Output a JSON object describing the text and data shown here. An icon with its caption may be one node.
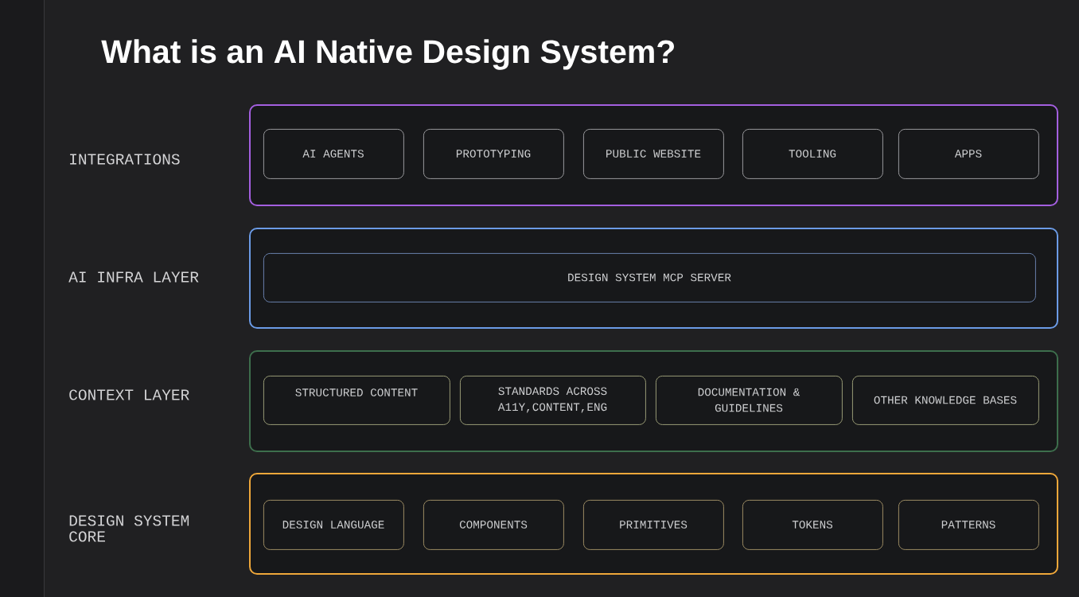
{
  "diagram": {
    "title": "What is an AI Native Design System?",
    "nodes": [
      {
        "text": [
          "INTEGRATIONS"
        ]
      },
      {
        "text": [
          "AI AGENTS"
        ],
        "in": 0
      },
      {
        "text": [
          "PROTOTYPING"
        ],
        "in": 0
      },
      {
        "text": [
          "PUBLIC WEBSITE"
        ],
        "in": 0
      },
      {
        "text": [
          "TOOLING"
        ],
        "in": 0
      },
      {
        "text": [
          "APPS"
        ],
        "in": 0
      },
      {
        "text": [
          "AI INFRA LAYER"
        ]
      },
      {
        "text": [
          "DESIGN SYSTEM MCP SERVER"
        ],
        "in": 6
      },
      {
        "text": [
          "CONTEXT LAYER"
        ]
      },
      {
        "text": [
          "STRUCTURED CONTENT"
        ],
        "in": 8
      },
      {
        "text": [
          "STANDARDS ACROSS A11Y,CONTENT,ENG"
        ],
        "in": 8
      },
      {
        "text": [
          "DOCUMENTATION & GUIDELINES"
        ],
        "in": 8
      },
      {
        "text": [
          "OTHER KNOWLEDGE BASES"
        ],
        "in": 8
      },
      {
        "text": [
          "DESIGN SYSTEM CORE"
        ]
      },
      {
        "text": [
          "DESIGN LANGUAGE"
        ],
        "in": 13
      },
      {
        "text": [
          "COMPONENTS"
        ],
        "in": 13
      },
      {
        "text": [
          "PRIMITIVES"
        ],
        "in": 13
      },
      {
        "text": [
          "TOKENS"
        ],
        "in": 13
      },
      {
        "text": [
          "PATTERNS"
        ],
        "in": 13
      }
    ]
  }
}
